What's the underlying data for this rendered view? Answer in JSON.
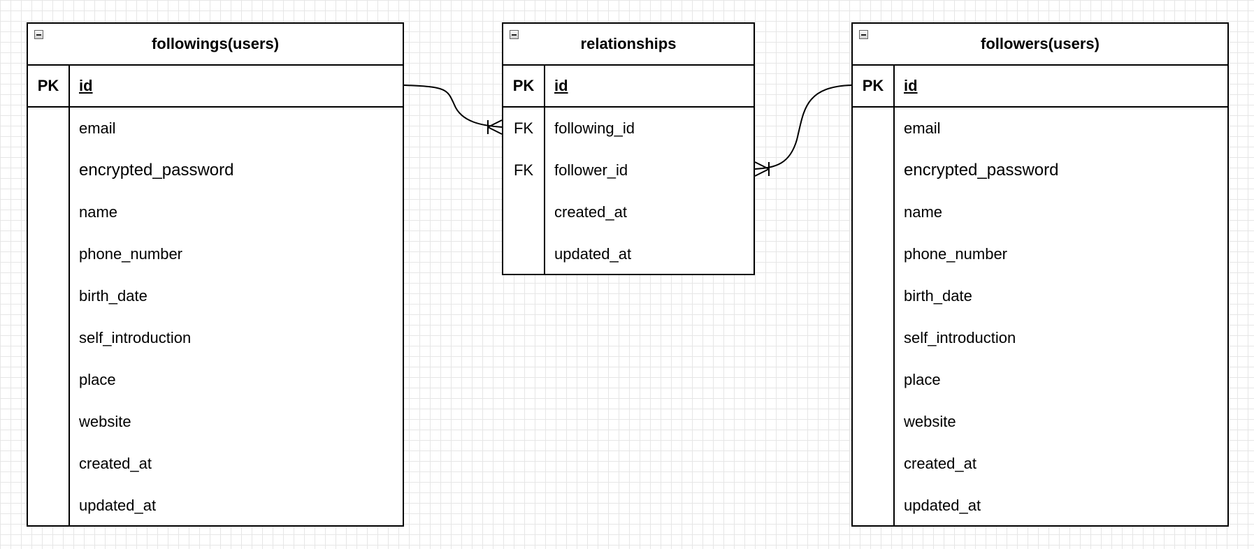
{
  "entities": {
    "followings": {
      "title": "followings(users)",
      "pk": {
        "key": "PK",
        "field": "id"
      },
      "attributes": [
        {
          "key": "",
          "field": "email"
        },
        {
          "key": "",
          "field": "encrypted_password"
        },
        {
          "key": "",
          "field": "name"
        },
        {
          "key": "",
          "field": "phone_number"
        },
        {
          "key": "",
          "field": "birth_date"
        },
        {
          "key": "",
          "field": "self_introduction"
        },
        {
          "key": "",
          "field": "place"
        },
        {
          "key": "",
          "field": "website"
        },
        {
          "key": "",
          "field": "created_at"
        },
        {
          "key": "",
          "field": "updated_at"
        }
      ]
    },
    "relationships": {
      "title": "relationships",
      "pk": {
        "key": "PK",
        "field": "id"
      },
      "attributes": [
        {
          "key": "FK",
          "field": "following_id"
        },
        {
          "key": "FK",
          "field": "follower_id"
        },
        {
          "key": "",
          "field": "created_at"
        },
        {
          "key": "",
          "field": "updated_at"
        }
      ]
    },
    "followers": {
      "title": "followers(users)",
      "pk": {
        "key": "PK",
        "field": "id"
      },
      "attributes": [
        {
          "key": "",
          "field": "email"
        },
        {
          "key": "",
          "field": "encrypted_password"
        },
        {
          "key": "",
          "field": "name"
        },
        {
          "key": "",
          "field": "phone_number"
        },
        {
          "key": "",
          "field": "birth_date"
        },
        {
          "key": "",
          "field": "self_introduction"
        },
        {
          "key": "",
          "field": "place"
        },
        {
          "key": "",
          "field": "website"
        },
        {
          "key": "",
          "field": "created_at"
        },
        {
          "key": "",
          "field": "updated_at"
        }
      ]
    }
  },
  "relations": [
    {
      "from": "followings.id",
      "to": "relationships.following_id",
      "cardinality": "one-to-many"
    },
    {
      "from": "followers.id",
      "to": "relationships.follower_id",
      "cardinality": "one-to-many"
    }
  ],
  "colors": {
    "line": "#000000",
    "grid": "#e6e6e6",
    "background": "#ffffff"
  },
  "icons": {
    "collapse": "minus-square-icon"
  }
}
